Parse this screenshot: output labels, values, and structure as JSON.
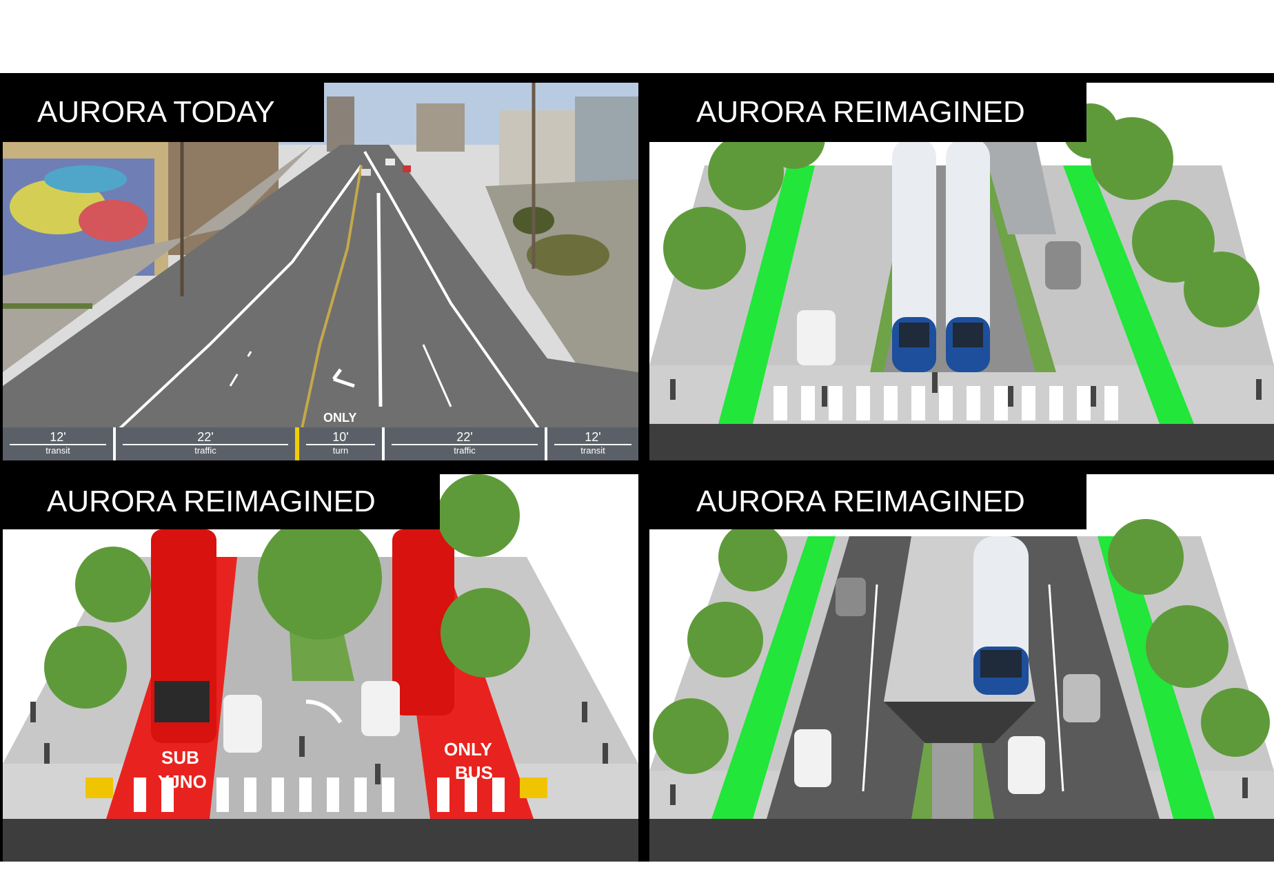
{
  "panels": [
    {
      "id": "aurora-today",
      "label": "AURORA TODAY"
    },
    {
      "id": "reimagined-light-rail",
      "label": "AURORA REIMAGINED"
    },
    {
      "id": "reimagined-bus-lanes",
      "label": "AURORA REIMAGINED"
    },
    {
      "id": "reimagined-elevated-rail",
      "label": "AURORA REIMAGINED"
    }
  ],
  "lane_scale": [
    {
      "width": "12'",
      "use": "transit"
    },
    {
      "width": "22'",
      "use": "traffic"
    },
    {
      "width": "10'",
      "use": "turn"
    },
    {
      "width": "22'",
      "use": "traffic"
    },
    {
      "width": "12'",
      "use": "transit"
    }
  ],
  "road_markings": {
    "today_only": "ONLY",
    "bus_left_line1": "SUB",
    "bus_left_line2": "YJNO",
    "bus_right_line1": "ONLY",
    "bus_right_line2": "BUS"
  },
  "colors": {
    "label_bg": "#000000",
    "label_text": "#ffffff",
    "bike_lane": "#22e63a",
    "bus_lane": "#e8231f",
    "bus_body": "#d8120e",
    "train_body": "#e9edf2",
    "train_accent": "#1d4f9c",
    "tree": "#5f9a3a",
    "asphalt": "#5a5a5a",
    "sidewalk": "#bdbdbd"
  }
}
